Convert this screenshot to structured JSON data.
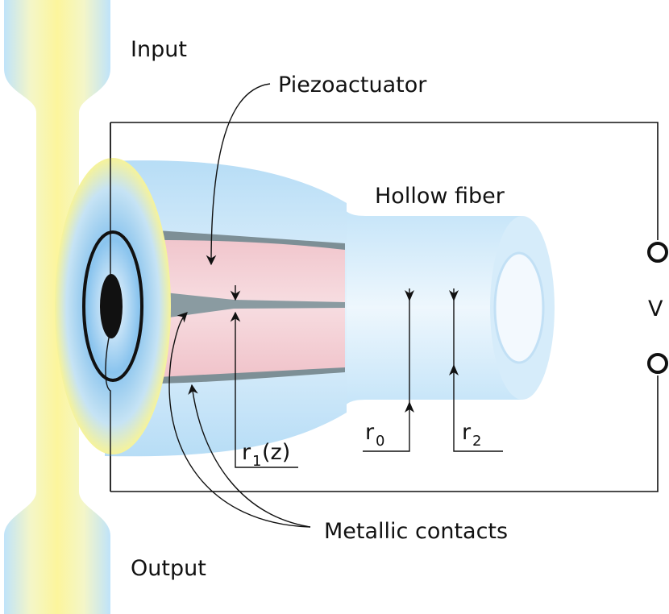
{
  "labels": {
    "input": "Input",
    "output": "Output",
    "piezo": "Piezoactuator",
    "hollow_fiber": "Hollow fiber",
    "voltage": "V",
    "metallic": "Metallic contacts",
    "r0": "r",
    "r0_sub": "0",
    "r2": "r",
    "r2_sub": "2",
    "r1": "r",
    "r1_sub": "1",
    "r1_arg": "(z)"
  },
  "colors": {
    "fiber_blue": "#cfe8f8",
    "fiber_yellow": "#fbf6a6",
    "piezo_pink": "#f2c9cf",
    "contact_gray": "#7d8f96",
    "hole_black": "#111111"
  }
}
